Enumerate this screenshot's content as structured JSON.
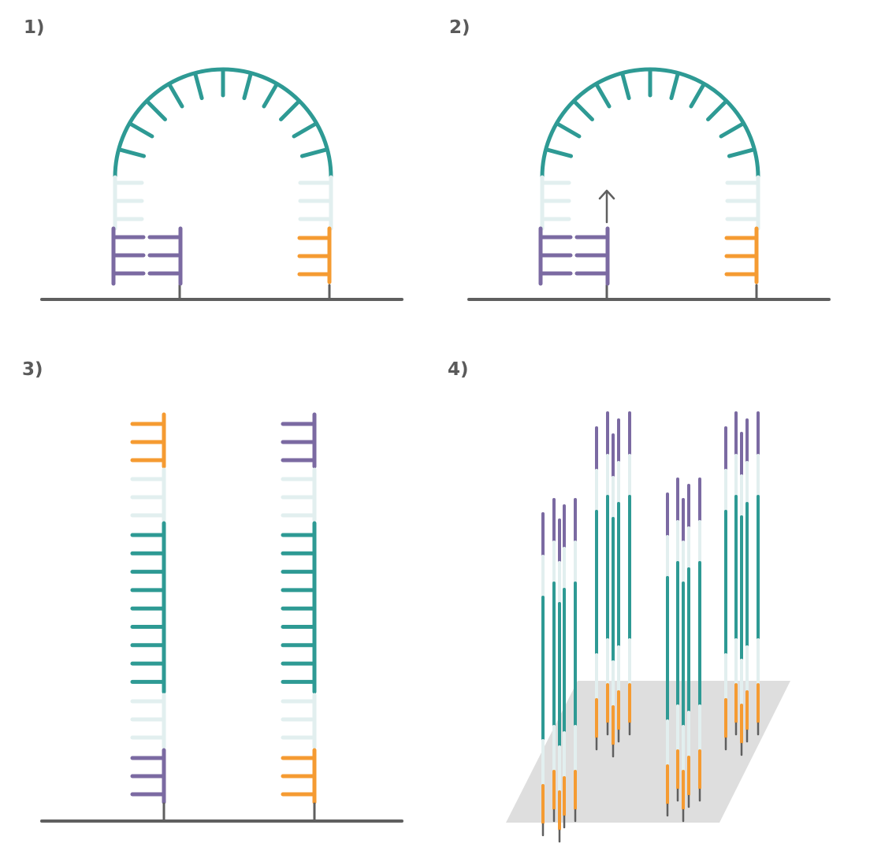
{
  "panels": [
    {
      "label": "1)"
    },
    {
      "label": "2)"
    },
    {
      "label": "3)"
    },
    {
      "label": "4)"
    }
  ],
  "colors": {
    "purple": "#7b6aa2",
    "orange": "#f59b32",
    "teal": "#2e9a94",
    "pale": "#e2efef",
    "gray": "#5f5f5f",
    "slide": "#dedede"
  },
  "icons": [
    "up-arrow-icon"
  ]
}
